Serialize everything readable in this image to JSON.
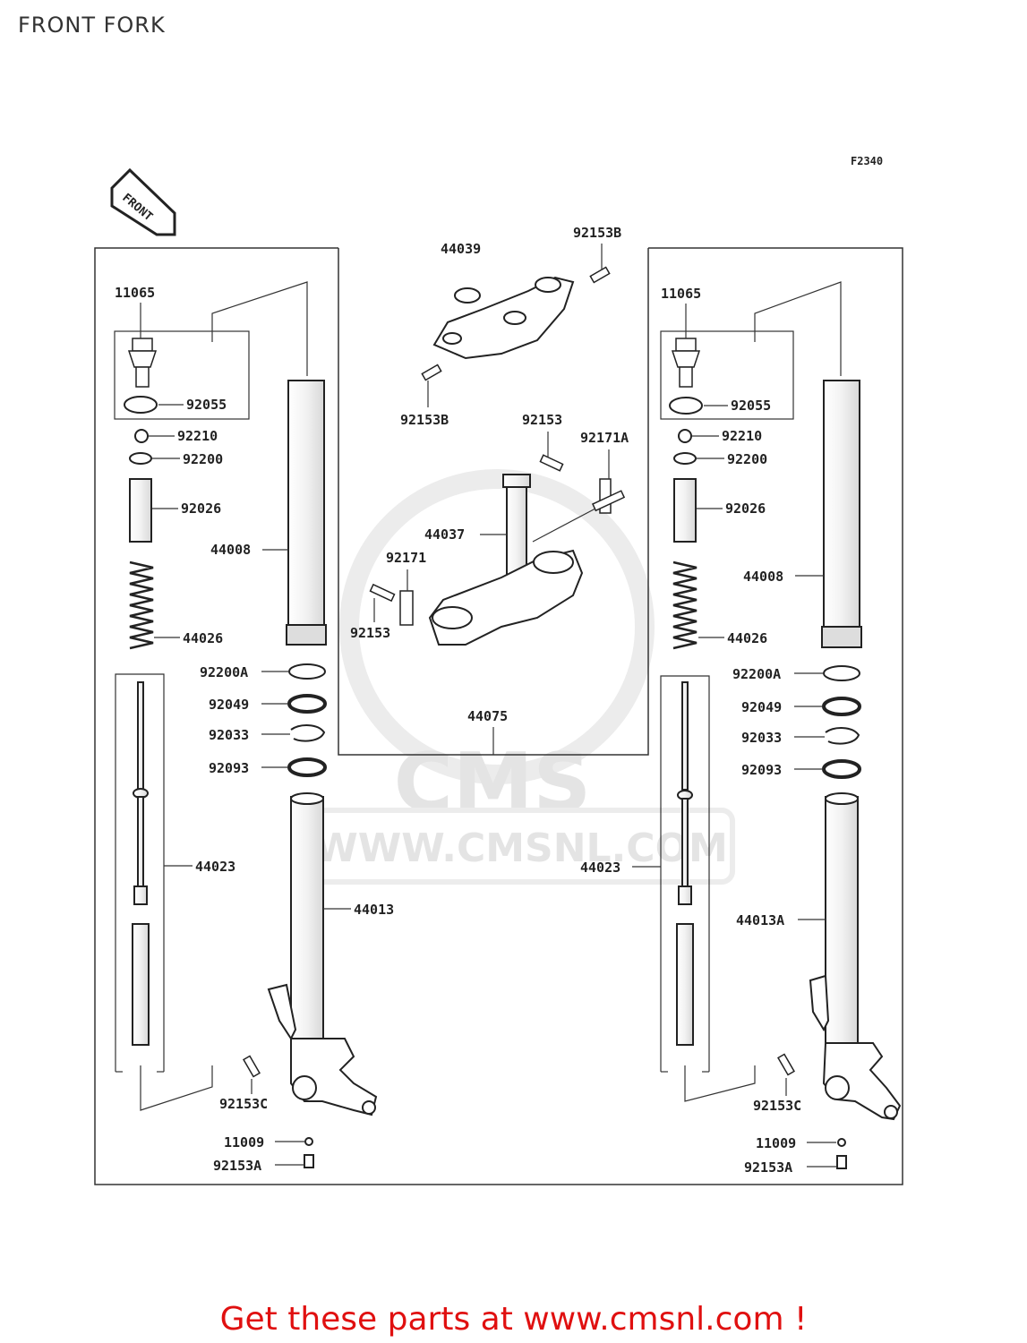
{
  "title": "FRONT FORK",
  "figure_code": "F2340",
  "front_marker": "FRONT",
  "watermark": {
    "brand": "CMS",
    "url": "WWW.CMSNL.COM"
  },
  "colors": {
    "promo": "#e01010",
    "line": "#333333",
    "watermark": "#e4e4e4"
  },
  "labels": {
    "p44039": "44039",
    "p92153b_top": "92153B",
    "p92153b_low": "92153B",
    "p92153_mid": "92153",
    "p92171a": "92171A",
    "p44037": "44037",
    "p92171": "92171",
    "p92153_left": "92153",
    "p44075": "44075",
    "l11065": "11065",
    "l92055": "92055",
    "l92210": "92210",
    "l92200": "92200",
    "l92026": "92026",
    "l44008": "44008",
    "l44026": "44026",
    "l92200a": "92200A",
    "l92049": "92049",
    "l92033": "92033",
    "l92093": "92093",
    "l44023": "44023",
    "l44013": "44013",
    "l92153c": "92153C",
    "l11009": "11009",
    "l92153a": "92153A",
    "r11065": "11065",
    "r92055": "92055",
    "r92210": "92210",
    "r92200": "92200",
    "r92026": "92026",
    "r44008": "44008",
    "r44026": "44026",
    "r92200a": "92200A",
    "r92049": "92049",
    "r92033": "92033",
    "r92093": "92093",
    "r44023": "44023",
    "r44013a": "44013A",
    "r92153c": "92153C",
    "r11009": "11009",
    "r92153a": "92153A"
  },
  "promo": {
    "prefix": "Get these parts at ",
    "link": "www.cmsnl.com",
    "suffix": " !"
  }
}
